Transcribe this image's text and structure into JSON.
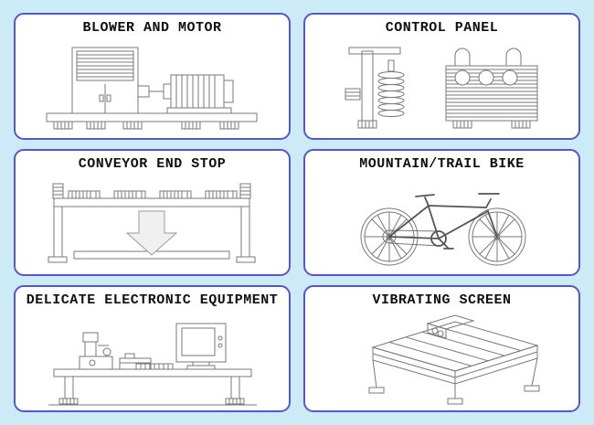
{
  "page": {
    "background_color": "#cdeaf7",
    "panel_border_color": "#5456cd",
    "panel_background": "#ffffff",
    "line_art_color": "#787878"
  },
  "panels": [
    {
      "title": "BLOWER AND MOTOR",
      "drawing": "blower-and-motor-drawing"
    },
    {
      "title": "CONTROL PANEL",
      "drawing": "control-panel-drawing"
    },
    {
      "title": "CONVEYOR END STOP",
      "drawing": "conveyor-end-stop-drawing"
    },
    {
      "title": "MOUNTAIN/TRAIL BIKE",
      "drawing": "mountain-trail-bike-drawing"
    },
    {
      "title": "DELICATE ELECTRONIC EQUIPMENT",
      "drawing": "delicate-electronic-equipment-drawing"
    },
    {
      "title": "VIBRATING SCREEN",
      "drawing": "vibrating-screen-drawing"
    }
  ]
}
